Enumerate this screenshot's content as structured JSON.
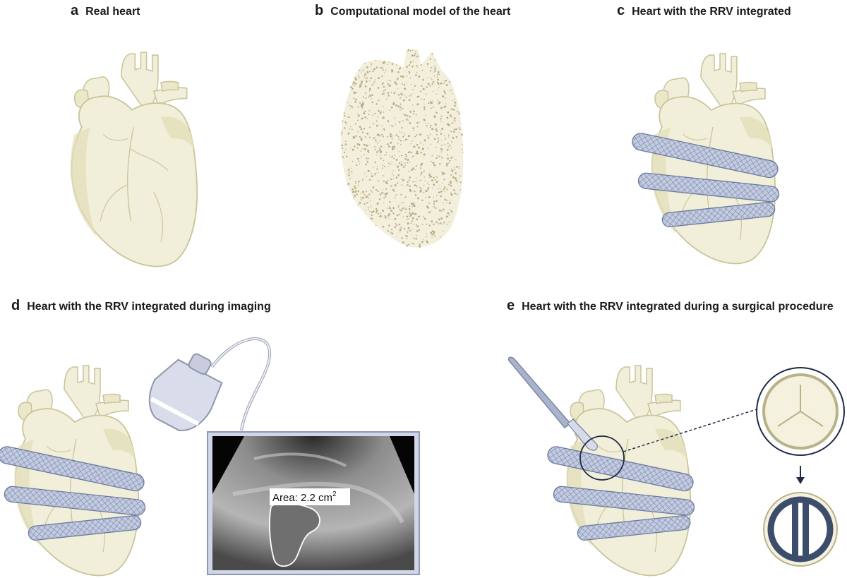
{
  "panels": {
    "a": {
      "letter": "a",
      "title": "Real heart"
    },
    "b": {
      "letter": "b",
      "title": "Computational model of the heart"
    },
    "c": {
      "letter": "c",
      "title": "Heart with the RRV integrated"
    },
    "d": {
      "letter": "d",
      "title": "Heart with the RRV integrated during imaging"
    },
    "e": {
      "letter": "e",
      "title": "Heart with the RRV integrated during a surgical procedure"
    }
  },
  "ultrasound": {
    "area_text": "Area: 2.2 cm",
    "area_superscript": "2"
  },
  "colors": {
    "heart_fill": "#f1efd9",
    "heart_stroke": "#c9c49a",
    "heart_shadow": "#e2deb8",
    "point_cloud": "#b4ad84",
    "rrv_band": "#9aa6c4",
    "rrv_band_dark": "#6b7a9e",
    "valve_frame": "#3b4d6b"
  },
  "icons": {
    "heart": "heart-illustration",
    "probe": "ultrasound-probe-icon",
    "scalpel": "scalpel-icon",
    "valve": "valve-icon",
    "arrow": "arrow-down-icon"
  }
}
